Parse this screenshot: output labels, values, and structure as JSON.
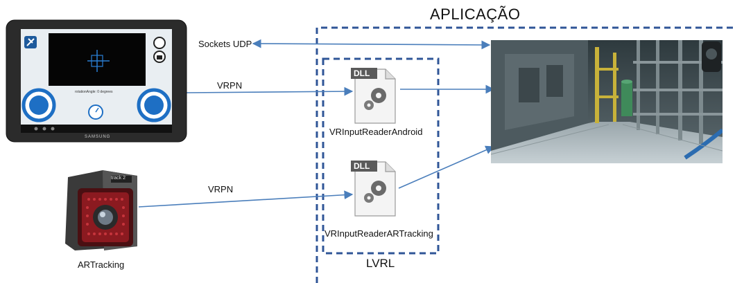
{
  "labels": {
    "aplicacao": "APLICAÇÃO",
    "sockets_udp": "Sockets UDP",
    "vrpn_tablet": "VRPN",
    "vrpn_camera": "VRPN",
    "dll_android": "VRInputReaderAndroid",
    "dll_artracking": "VRInputReaderARTracking",
    "lvrl": "LVRL",
    "artracking": "ARTracking"
  },
  "dll_badge": "DLL",
  "tablet": {
    "brand": "SAMSUNG",
    "status_text": "rotationAngle: 0 degrees",
    "track_label": "track 2"
  },
  "colors": {
    "dashed_border": "#2f5597",
    "arrow": "#4a7ebb",
    "dll_badge_bg": "#5a5a5a"
  }
}
